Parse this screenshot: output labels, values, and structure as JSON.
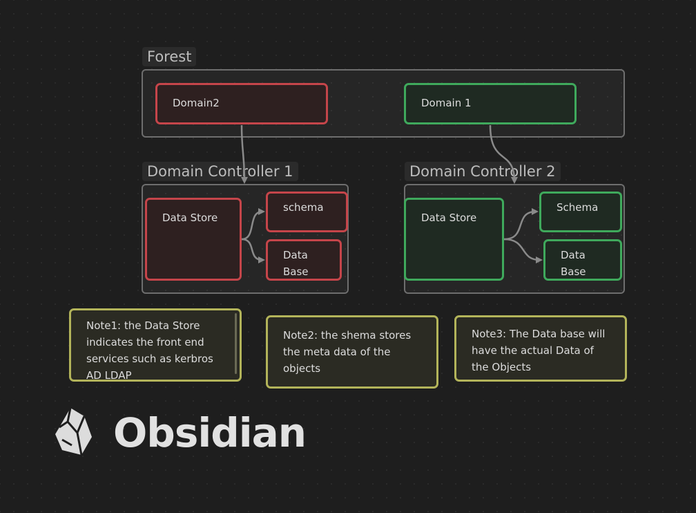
{
  "groups": {
    "forest": "Forest",
    "dc1": "Domain Controller 1",
    "dc2": "Domain Controller 2"
  },
  "nodes": {
    "domain2": "Domain2",
    "domain1": "Domain 1",
    "dc1_datastore": "Data Store",
    "dc1_schema": "schema",
    "dc1_database": "Data\nBase",
    "dc2_datastore": "Data Store",
    "dc2_schema": "Schema",
    "dc2_database": "Data\nBase"
  },
  "notes": {
    "note1": "Note1: the Data Store indicates the front end services such as kerbros AD LDAP",
    "note2": "Note2: the shema stores the meta data of the objects",
    "note3": "Note3: The Data base will have the actual Data of the Objects"
  },
  "branding": {
    "wordmark": "Obsidian",
    "icon": "obsidian-crystal-icon"
  },
  "colors": {
    "background": "#1e1e1e",
    "red": "#c5454a",
    "green": "#3fa95c",
    "yellow": "#b3b45a",
    "edge": "#8a8a8a"
  }
}
